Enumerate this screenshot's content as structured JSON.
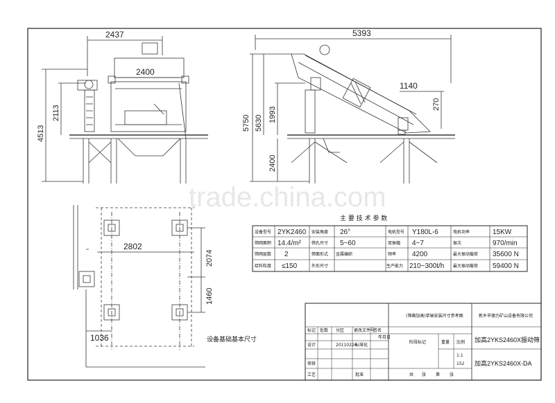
{
  "dimensions": {
    "front_width": "2437",
    "front_inner_width": "2400",
    "front_height_2113": "2113",
    "front_height_4513": "4513",
    "side_length": "5393",
    "side_1140": "1140",
    "side_270": "270",
    "side_1993": "1993",
    "side_5750": "5750",
    "side_5630": "5630",
    "side_2400": "2400",
    "plan_2802": "2802",
    "plan_2074": "2074",
    "plan_1460": "1460",
    "plan_1036": "1036"
  },
  "captions": {
    "foundation": "设备基础基本尺寸",
    "params_title": "主 要 技 术 参 数"
  },
  "params_table": {
    "rows": [
      [
        "设备型号",
        "2YK2460",
        "安装角度",
        "26°",
        "电机型号",
        "Y180L-6",
        "电机功率",
        "15KW"
      ],
      [
        "筛网面积",
        "14.4/m²",
        "筛孔尺寸",
        "5~60",
        "双振幅",
        "4~7",
        "振次",
        "970/min"
      ],
      [
        "筛网层数",
        "2",
        "筛面形式",
        "金属编织",
        "频率",
        "4200",
        "最大振动载荷",
        "35600 N"
      ],
      [
        "给料粒度",
        "≤150",
        "外形尺寸",
        "",
        "生产能力",
        "210~300t/h",
        "最大振动载荷",
        "59400 N"
      ]
    ]
  },
  "title_block": {
    "company": "新乡市德力矿山设备有限公司",
    "drawing_title": "(筛箱加高)单轴安装尺寸参考图",
    "model1": "加高2YKS2460X振动筛",
    "model2": "加高2YKS2460X-DA",
    "date": "20110226",
    "page": "152",
    "row_labels": [
      "标记",
      "处数",
      "分区",
      "更改文件号",
      "签名",
      "年月日"
    ],
    "row2_labels": [
      "设计",
      "",
      "标准化",
      "",
      "",
      ""
    ],
    "row3_labels": [
      "审核",
      "",
      "",
      "",
      "",
      ""
    ],
    "row4_labels": [
      "工艺",
      "",
      "批准",
      "",
      "",
      ""
    ],
    "stage_labels": [
      "阶段标记",
      "重量",
      "比例"
    ],
    "sheet_labels": [
      "共",
      "张",
      "第",
      "张"
    ],
    "scale_label": "1:1"
  },
  "watermark": "trade.china.com"
}
